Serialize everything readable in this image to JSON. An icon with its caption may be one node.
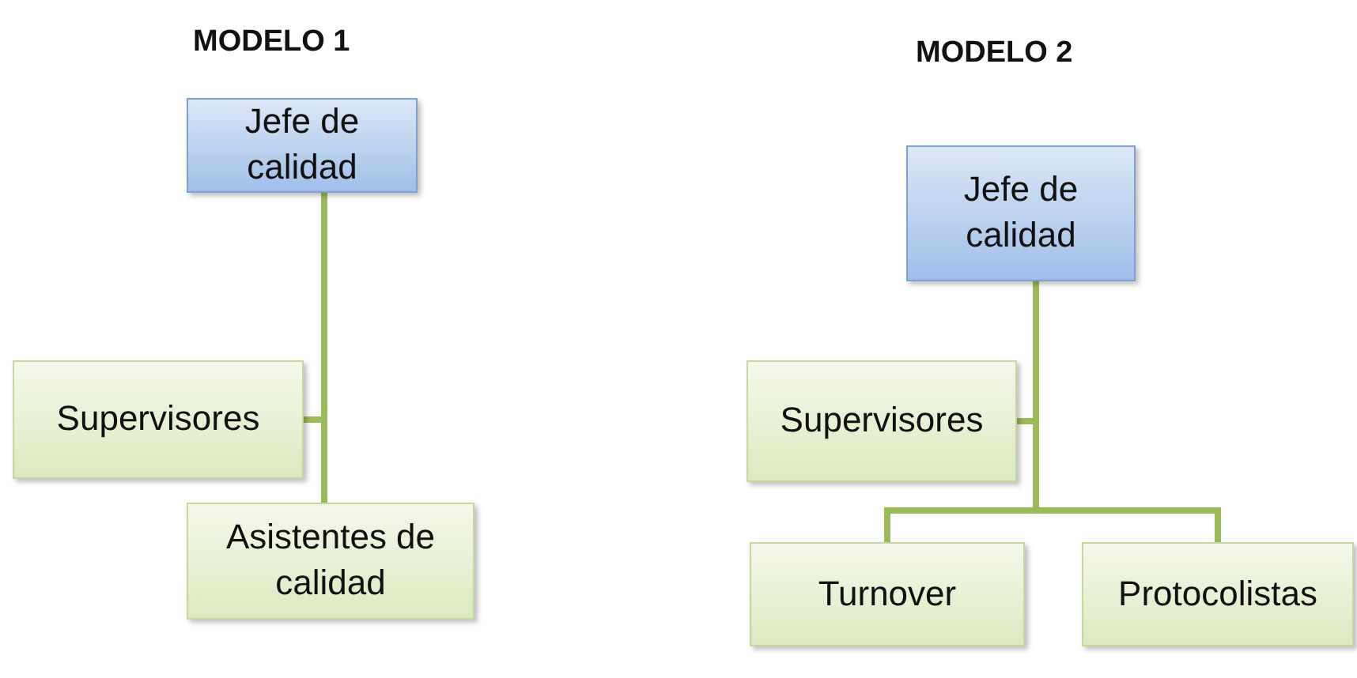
{
  "diagram": {
    "nodes": [
      {
        "text": [
          "Jefe de calidad"
        ]
      },
      {
        "text": [
          "Supervisores"
        ]
      },
      {
        "text": [
          "Asistentes de calidad"
        ]
      },
      {
        "text": [
          "Jefe de calidad"
        ]
      },
      {
        "text": [
          "Supervisores"
        ]
      },
      {
        "text": [
          "Turnover"
        ]
      },
      {
        "text": [
          "Protocolistas"
        ]
      }
    ],
    "edges": [
      {
        "from": 0,
        "to": 1,
        "arrow": "none"
      },
      {
        "from": 0,
        "to": 2,
        "arrow": "none"
      },
      {
        "from": 3,
        "to": 4,
        "arrow": "none"
      },
      {
        "from": 3,
        "to": 5,
        "arrow": "none"
      },
      {
        "from": 3,
        "to": 6,
        "arrow": "none"
      }
    ],
    "labels": [
      "MODELO 1",
      "MODELO 2"
    ]
  }
}
